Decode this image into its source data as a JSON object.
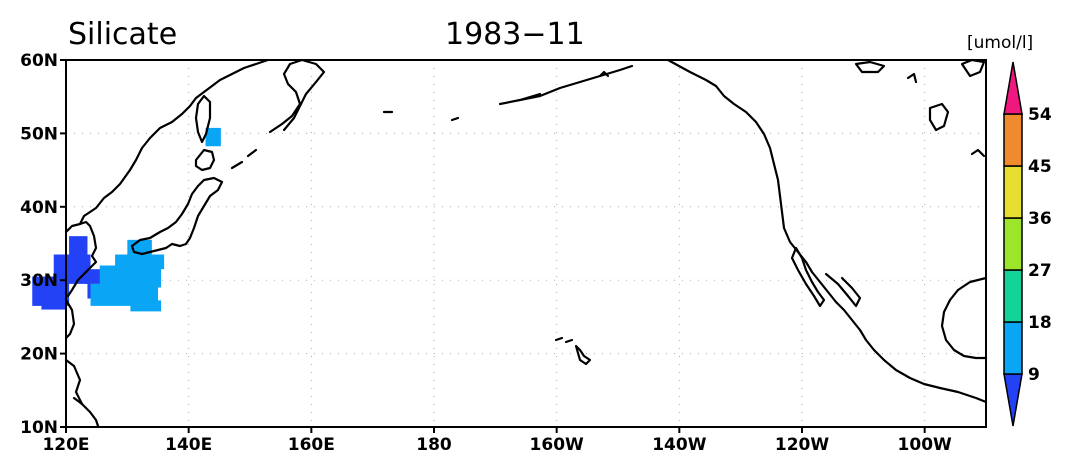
{
  "chart_data": {
    "type": "heatmap",
    "title": "Silicate",
    "subtitle": "1983−11",
    "units": "[umol/l]",
    "x_ticks": [
      "120E",
      "140E",
      "160E",
      "180",
      "160W",
      "140W",
      "120W",
      "100W"
    ],
    "x_tick_lon": [
      120,
      140,
      160,
      180,
      200,
      220,
      240,
      260
    ],
    "y_ticks": [
      "10N",
      "20N",
      "30N",
      "40N",
      "50N",
      "60N"
    ],
    "y_tick_lat": [
      10,
      20,
      30,
      40,
      50,
      60
    ],
    "xlim_lon": [
      120,
      270
    ],
    "ylim_lat": [
      10,
      60
    ],
    "grid": true,
    "colorbar": {
      "levels": [
        "9",
        "18",
        "27",
        "36",
        "45",
        "54"
      ],
      "colors": [
        "#2342f5",
        "#0aa6f5",
        "#14d398",
        "#9de52a",
        "#e5de2e",
        "#f08a2e",
        "#f0177e"
      ]
    },
    "cells": [
      {
        "lon": 124.5,
        "lat": 30.5,
        "w": 3,
        "h": 2,
        "c": 0
      },
      {
        "lon": 125.5,
        "lat": 28.5,
        "w": 4,
        "h": 2,
        "c": 0
      },
      {
        "lon": 128.5,
        "lat": 31.0,
        "w": 2,
        "h": 2,
        "c": 0
      },
      {
        "lon": 130.5,
        "lat": 30.5,
        "w": 10,
        "h": 3,
        "c": 1
      },
      {
        "lon": 129.5,
        "lat": 28.0,
        "w": 11,
        "h": 3,
        "c": 1
      },
      {
        "lon": 132.0,
        "lat": 32.5,
        "w": 8,
        "h": 2,
        "c": 1
      },
      {
        "lon": 133.0,
        "lat": 26.5,
        "w": 5,
        "h": 1.5,
        "c": 1
      },
      {
        "lon": 132.0,
        "lat": 34.5,
        "w": 4,
        "h": 2,
        "c": 1
      },
      {
        "lon": 144.0,
        "lat": 49.5,
        "w": 2.5,
        "h": 2.5,
        "c": 1
      },
      {
        "lon": 121.0,
        "lat": 31.5,
        "w": 6,
        "h": 4,
        "c": 0
      },
      {
        "lon": 117.5,
        "lat": 28.5,
        "w": 6,
        "h": 4,
        "c": 0
      },
      {
        "lon": 122.0,
        "lat": 34.5,
        "w": 3,
        "h": 3,
        "c": 0
      },
      {
        "lon": 118.0,
        "lat": 27.0,
        "w": 4,
        "h": 2,
        "c": 0
      }
    ]
  }
}
